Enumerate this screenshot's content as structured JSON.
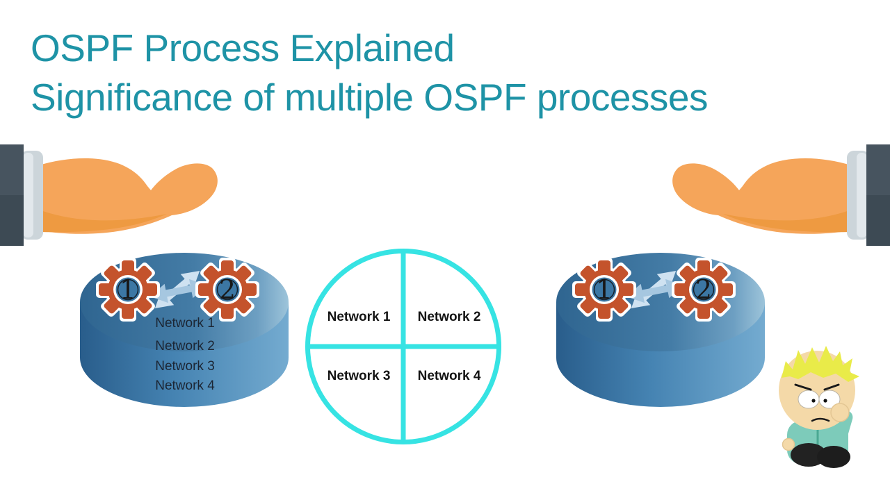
{
  "title": {
    "line1": "OSPF Process Explained",
    "line2": "Significance of multiple OSPF processes"
  },
  "routers": {
    "left": {
      "gear1": "1",
      "gear2": "2",
      "networks": [
        "Network 1",
        "Network 2",
        "Network 3",
        "Network 4"
      ]
    },
    "right": {
      "gear1": "1",
      "gear2": "2"
    }
  },
  "circle": {
    "labels": [
      "Network 1",
      "Network 2",
      "Network 3",
      "Network 4"
    ]
  },
  "colors": {
    "title_teal": "#1e93a6",
    "gear_orange": "#c4532c",
    "router_body_blue": "#4583b2",
    "circle_cyan": "#36e3e3",
    "hand_orange": "#f5a55a",
    "sleeve_slate": "#47545f",
    "jacket_green": "#7dcbba"
  }
}
